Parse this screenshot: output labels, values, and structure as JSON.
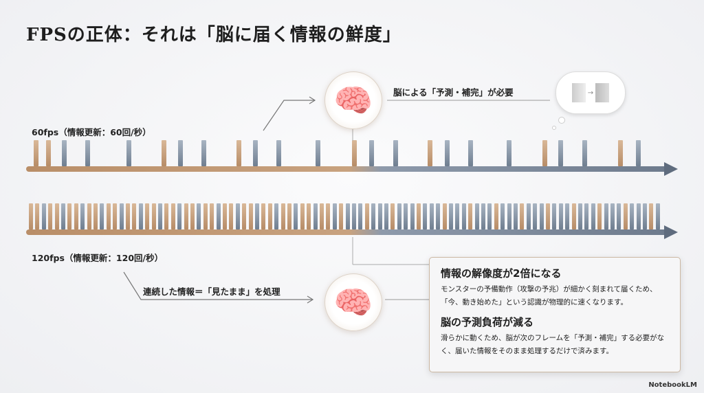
{
  "title": "FPSの正体：それは「脳に届く情報の鮮度」",
  "row60": {
    "label": "60fps（情報更新：60回/秒）",
    "brain_caption": "脳による「予測・補完」が必要"
  },
  "row120": {
    "label": "120fps（情報更新：120回/秒）",
    "brain_caption": "連続した情報＝「見たまま」を処理"
  },
  "box": {
    "h1": "情報の解像度が2倍になる",
    "p1": "モンスターの予備動作（攻撃の予兆）が細かく刻まれて届くため、「今、動き始めた」という認識が物理的に速くなります。",
    "h2": "脳の予測負荷が減る",
    "p2": "滑らかに動くため、脳が次のフレームを「予測・補完」する必要がなく、届いた情報をそのまま処理するだけで済みます。"
  },
  "logo": "NotebookLM",
  "colors": {
    "tan": "#c49b76",
    "grey": "#7d8a9b"
  }
}
